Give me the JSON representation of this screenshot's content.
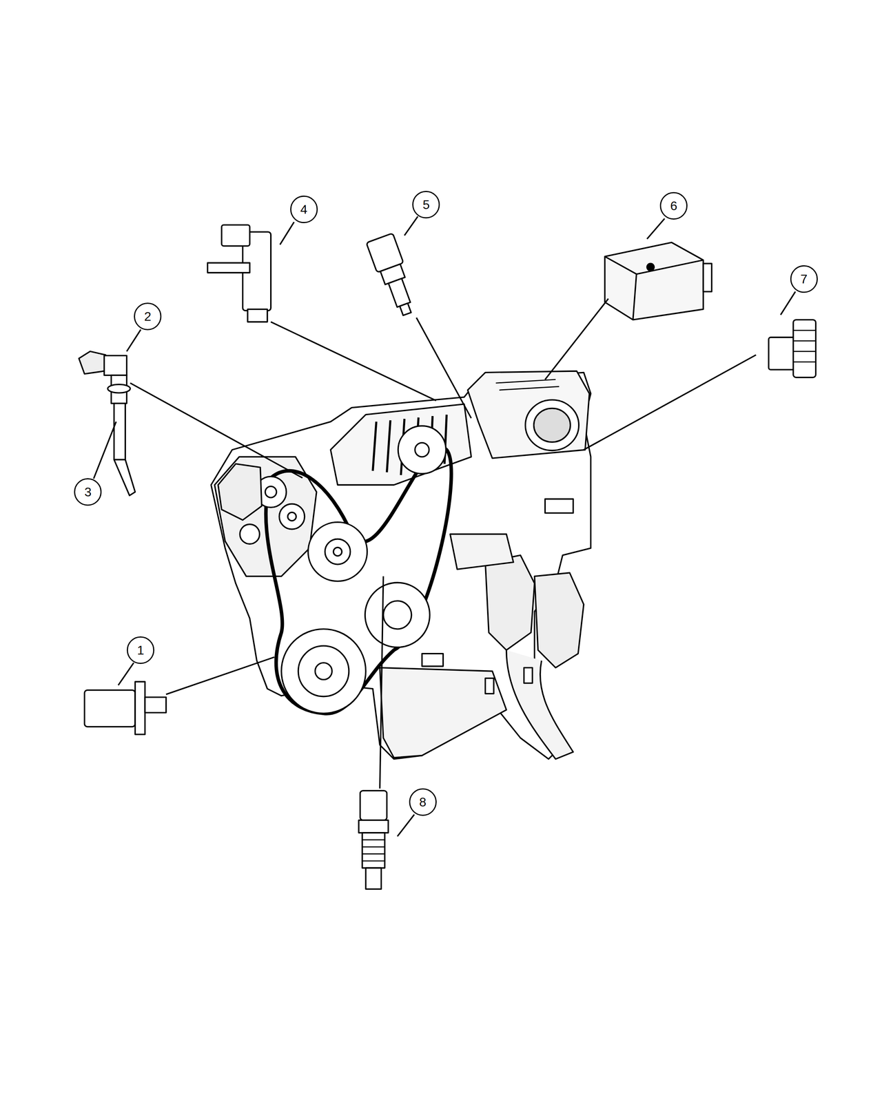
{
  "diagram": {
    "nodes": [
      {
        "text": [
          "4"
        ]
      },
      {
        "text": [
          "5"
        ]
      },
      {
        "text": [
          "6"
        ]
      },
      {
        "text": [
          "7"
        ]
      },
      {
        "text": [
          "2"
        ]
      },
      {
        "text": [
          "3"
        ]
      },
      {
        "text": [
          "1"
        ]
      },
      {
        "text": [
          "8"
        ]
      }
    ]
  }
}
